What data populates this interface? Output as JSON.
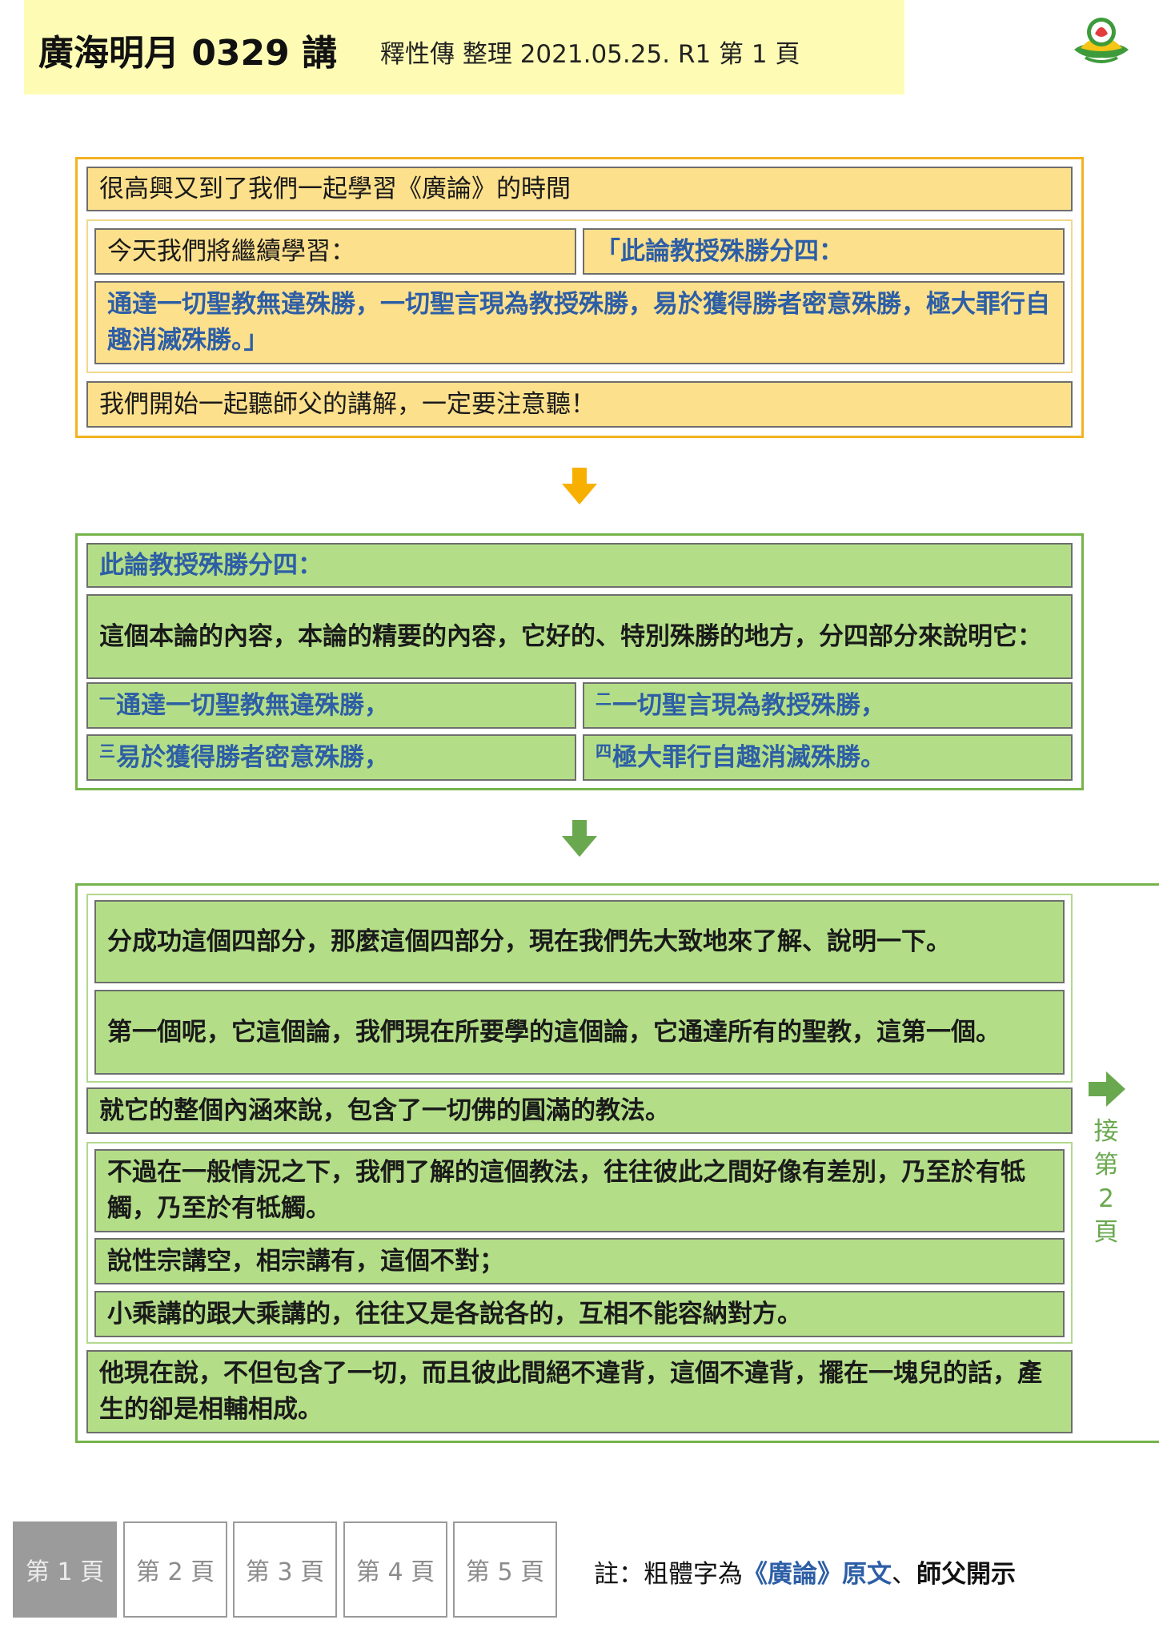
{
  "header": {
    "title": "廣海明月 0329 講",
    "subtitle": "釋性傳 整理 2021.05.25. R1 第 1 頁"
  },
  "section1": {
    "intro": "很高興又到了我們一起學習《廣論》的時間",
    "today": "今天我們將繼續學習：",
    "quote_head": "「此論教授殊勝分四：",
    "quote_body": "通達一切聖教無違殊勝，一切聖言現為教授殊勝，易於獲得勝者密意殊勝，極大罪行自趣消滅殊勝。」",
    "listen": "我們開始一起聽師父的講解，一定要注意聽！"
  },
  "section2": {
    "heading": "此論教授殊勝分四：",
    "explain": "這個本論的內容，本論的精要的內容，它好的、特別殊勝的地方，分四部分來說明它：",
    "items": [
      {
        "num": "一",
        "text": "通達一切聖教無違殊勝，"
      },
      {
        "num": "二",
        "text": "一切聖言現為教授殊勝，"
      },
      {
        "num": "三",
        "text": "易於獲得勝者密意殊勝，"
      },
      {
        "num": "四",
        "text": "極大罪行自趣消滅殊勝。"
      }
    ]
  },
  "section3": {
    "p1": "分成功這個四部分，那麼這個四部分，現在我們先大致地來了解、說明一下。",
    "p2": "第一個呢，它這個論，我們現在所要學的這個論，它通達所有的聖教，這第一個。",
    "p3": "就它的整個內涵來說，包含了一切佛的圓滿的教法。",
    "p4": "不過在一般情況之下，我們了解的這個教法，往往彼此之間好像有差別，乃至於有牴觸，乃至於有牴觸。",
    "p5": "說性宗講空，相宗講有，這個不對；",
    "p6": "小乘講的跟大乘講的，往往又是各說各的，互相不能容納對方。",
    "p7": "他現在說，不但包含了一切，而且彼此間絕不違背，這個不違背，擺在一塊兒的話，產生的卻是相輔相成。"
  },
  "continue": {
    "c1": "接",
    "c2": "第",
    "c3": "2",
    "c4": "頁"
  },
  "pagination": [
    "第 1 頁",
    "第 2 頁",
    "第 3 頁",
    "第 4 頁",
    "第 5 頁"
  ],
  "note": {
    "prefix": "註：粗體字為",
    "part1": "《廣論》原文",
    "sep": "、",
    "part2": "師父開示"
  },
  "colors": {
    "yellow_fill": "#fde08c",
    "green_fill": "#b3de87",
    "header_fill": "#fefcb4",
    "blue_text": "#2d5ea6",
    "arrow_yellow": "#f8b000",
    "arrow_green": "#6aa84f"
  }
}
